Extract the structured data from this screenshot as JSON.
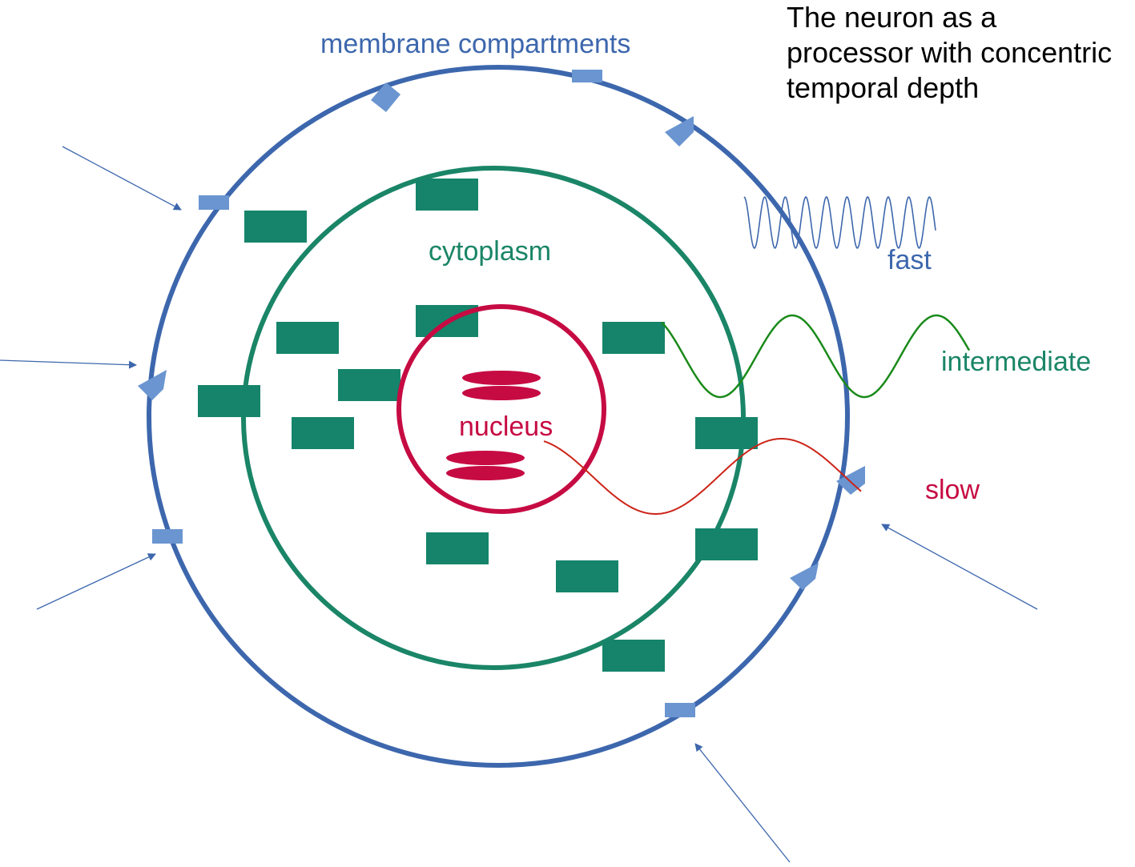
{
  "title": {
    "lines": [
      "The neuron as a",
      "processor with concentric",
      "temporal depth"
    ]
  },
  "labels": {
    "membrane": "membrane compartments",
    "cytoplasm": "cytoplasm",
    "nucleus": "nucleus",
    "fast": "fast",
    "intermediate": "intermediate",
    "slow": "slow"
  },
  "colors": {
    "membrane": "#3d67ad",
    "membrane_marker": "#6a95d0",
    "cytoplasm": "#1a8567",
    "organelle": "#15846a",
    "nucleus": "#c60b43",
    "fast_wave": "#3d67ad",
    "intermediate_wave": "#1a8a1a",
    "slow_wave": "#cc2418",
    "arrow": "#3d67ad",
    "title_text": "#000000"
  }
}
